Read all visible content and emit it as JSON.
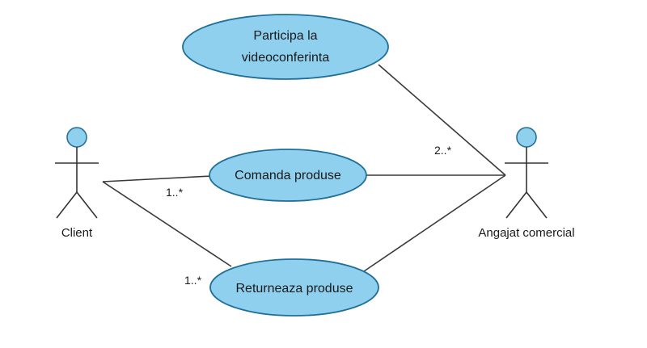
{
  "diagram": {
    "type": "use-case",
    "colors": {
      "use_case_fill": "#8fd0ee",
      "use_case_stroke": "#1f6f99",
      "actor_head_fill": "#8fd0ee",
      "actor_head_stroke": "#2a6f95",
      "line": "#3a3a3a",
      "background": "#ffffff"
    },
    "actors": [
      {
        "id": "client",
        "name": "Client"
      },
      {
        "id": "angajat",
        "name": "Angajat comercial"
      }
    ],
    "use_cases": [
      {
        "id": "participa",
        "line1": "Participa la",
        "line2": "videoconferinta"
      },
      {
        "id": "comanda",
        "line1": "Comanda produse"
      },
      {
        "id": "returneaza",
        "line1": "Returneaza produse"
      }
    ],
    "associations": [
      {
        "id": "client-comanda",
        "from": "client",
        "to": "comanda",
        "multiplicity": "1..*"
      },
      {
        "id": "client-returneaza",
        "from": "client",
        "to": "returneaza",
        "multiplicity": "1..*"
      },
      {
        "id": "angajat-participa",
        "from": "angajat",
        "to": "participa",
        "multiplicity": "2..*"
      },
      {
        "id": "angajat-comanda",
        "from": "angajat",
        "to": "comanda",
        "multiplicity": ""
      },
      {
        "id": "angajat-returneaza",
        "from": "angajat",
        "to": "returneaza",
        "multiplicity": ""
      }
    ]
  }
}
